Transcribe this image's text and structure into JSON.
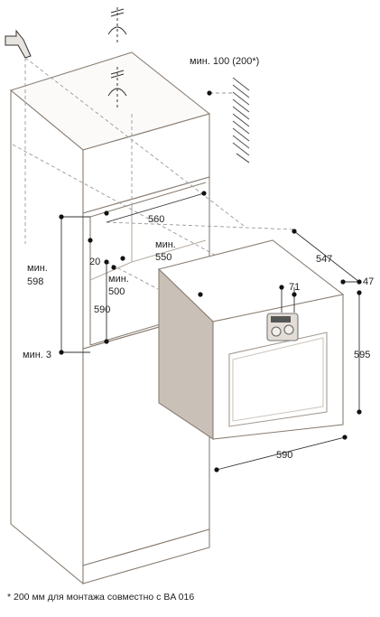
{
  "labels": {
    "min_100_200": "мин. 100 (200*)",
    "w_560": "560",
    "min_label_550": "мин.",
    "w_550": "550",
    "min_label_598": "мин.",
    "h_598": "598",
    "d_20": "20",
    "min_label_500": "мин.",
    "d_500": "500",
    "d_590_niche": "590",
    "min_3": "мин. 3",
    "d_547": "547",
    "d_47": "47",
    "d_71": "71",
    "h_595": "595",
    "w_590": "590"
  },
  "footnote": "* 200 мм для монтажа совместно с BA 016"
}
